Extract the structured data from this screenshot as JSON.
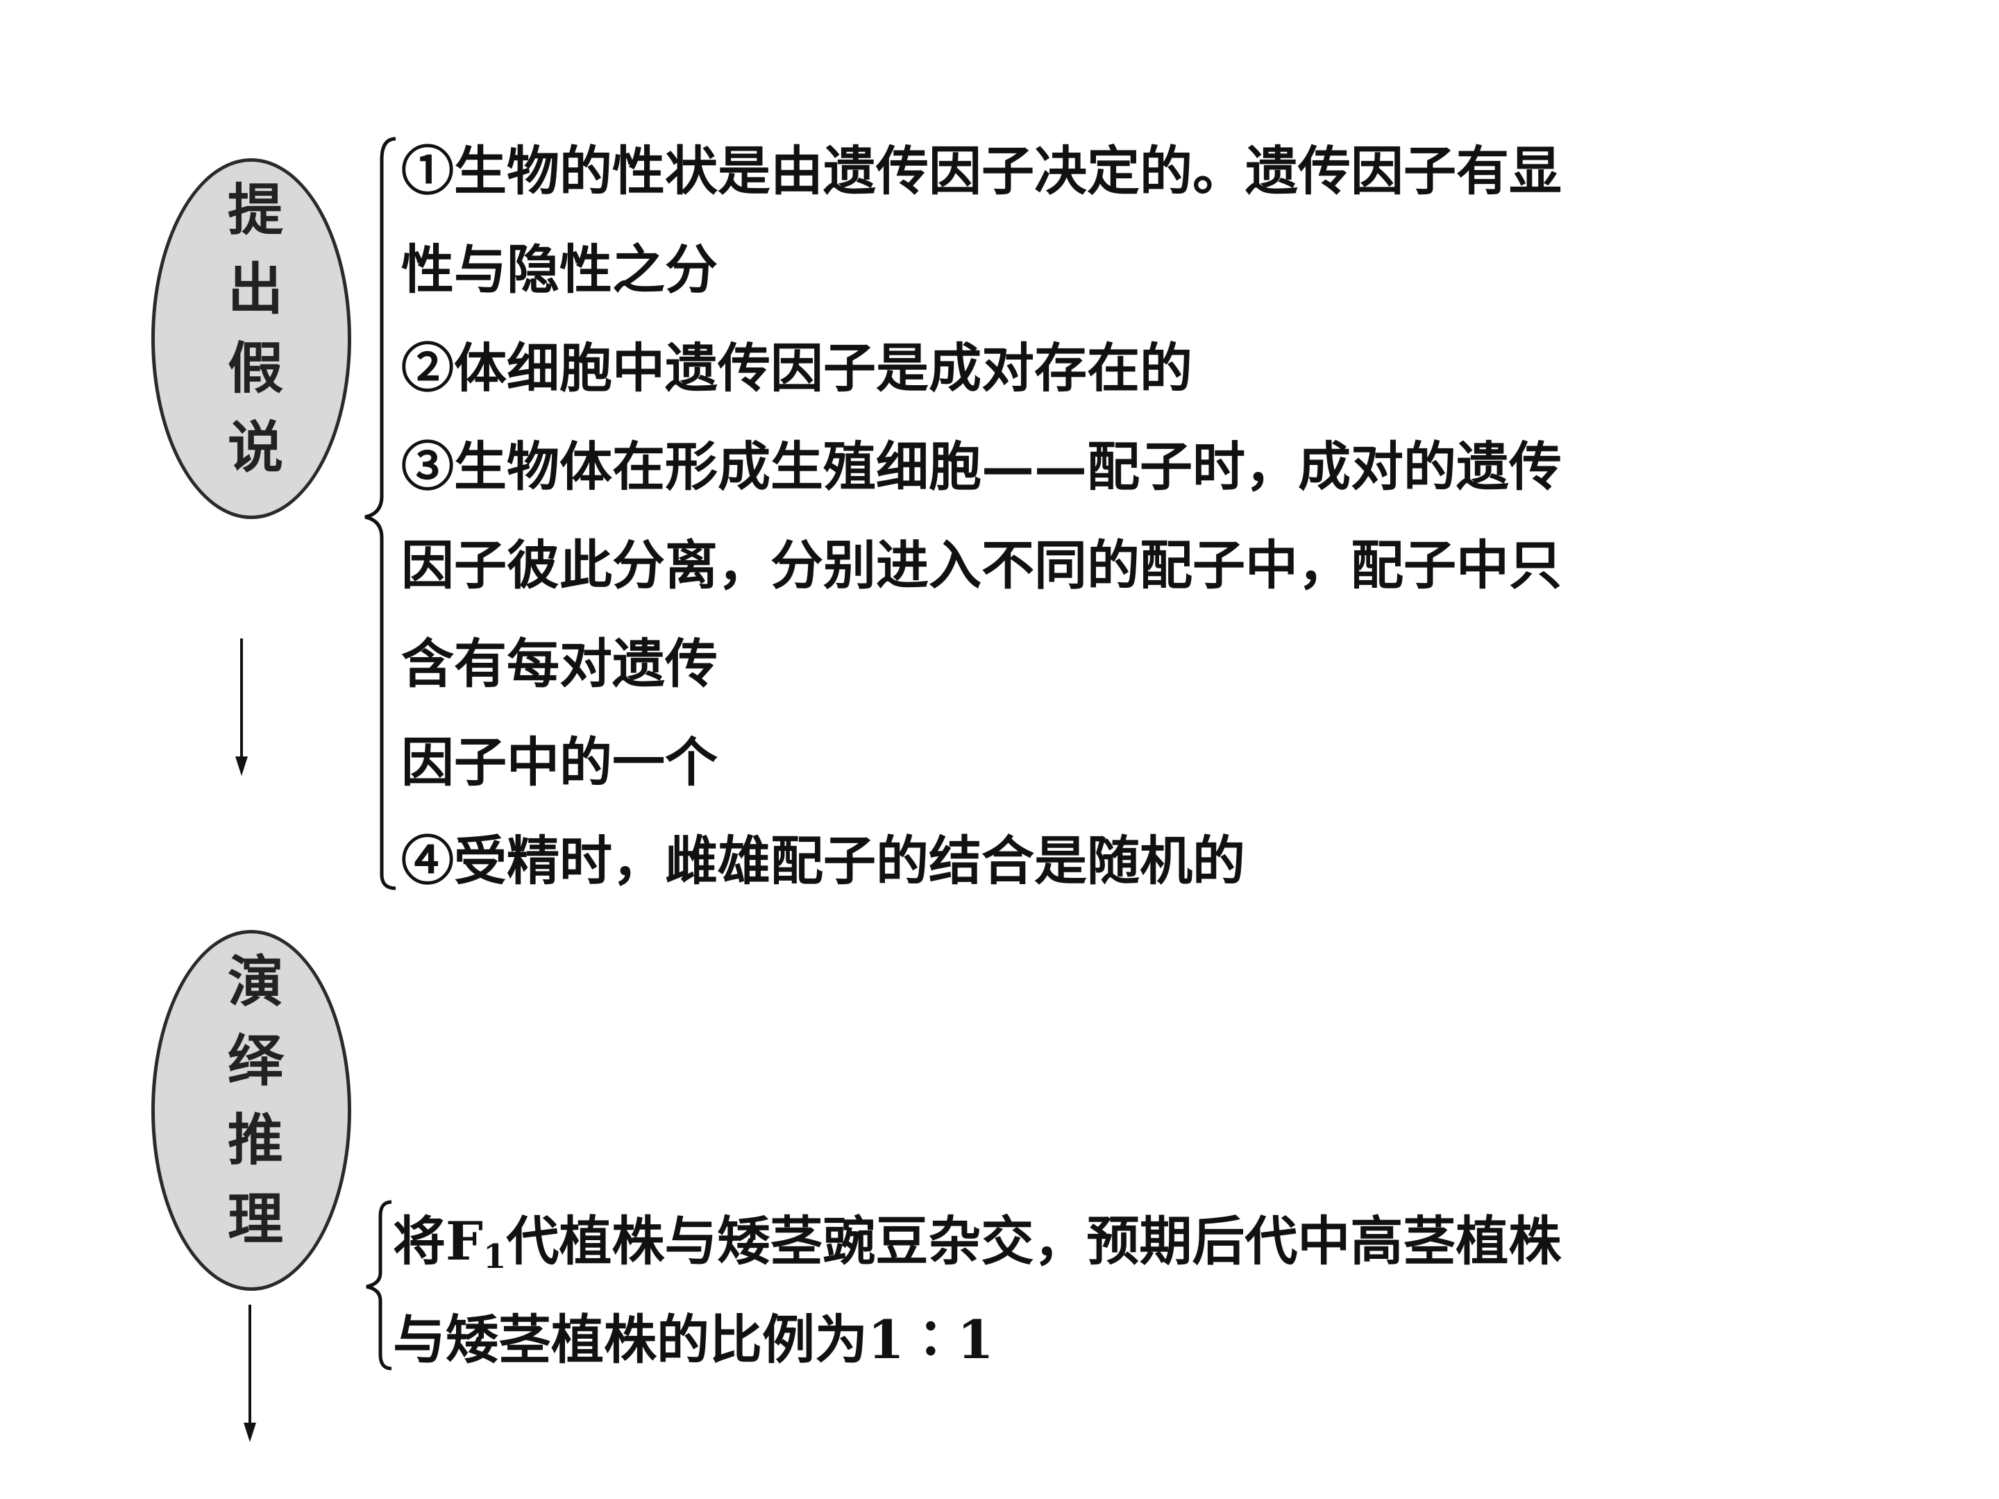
{
  "hypothesis": {
    "label": "提出假说",
    "lines": [
      "①生物的性状是由遗传因子决定的。遗传因子有显",
      "性与隐性之分",
      "②体细胞中遗传因子是成对存在的",
      "③生物体在形成生殖细胞——配子时，成对的遗传",
      "因子彼此分离，分别进入不同的配子中，配子中只",
      "含有每对遗传",
      "因子中的一个",
      "④受精时，雌雄配子的结合是随机的"
    ]
  },
  "deduction": {
    "label": "演绎推理",
    "line1_pre": "将F",
    "line1_sub": "1",
    "line1_post": "代植株与矮茎豌豆杂交，预期后代中高茎植株",
    "line2": "与矮茎植株的比例为1∶1"
  }
}
